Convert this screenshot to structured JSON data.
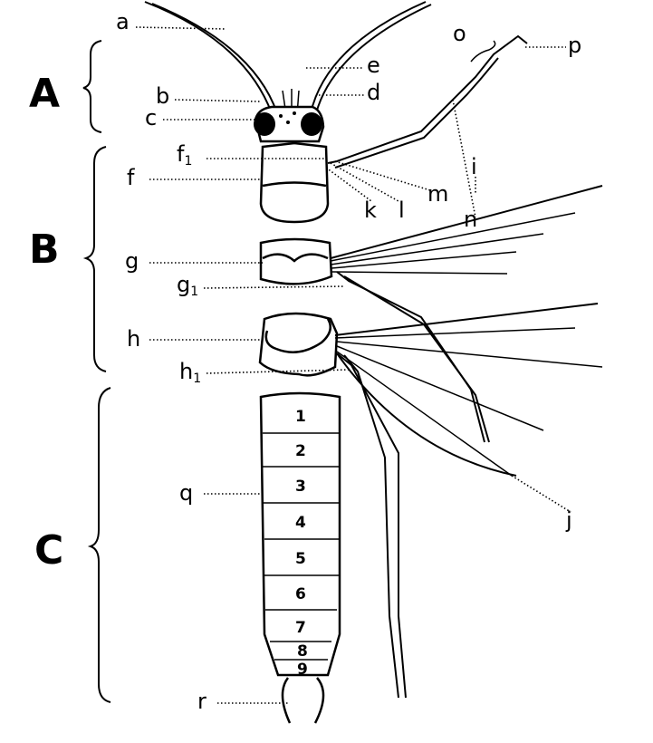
{
  "regions": {
    "A": "A",
    "B": "B",
    "C": "C"
  },
  "labels": {
    "a": "a",
    "b": "b",
    "c": "c",
    "d": "d",
    "e": "e",
    "f1": "f",
    "f1_sub": "1",
    "f": "f",
    "g": "g",
    "g1": "g",
    "g1_sub": "1",
    "h": "h",
    "h1": "h",
    "h1_sub": "1",
    "i": "i",
    "j": "j",
    "k": "k",
    "l": "l",
    "m": "m",
    "n": "n",
    "o": "o",
    "p": "p",
    "q": "q",
    "r": "r"
  },
  "segments": [
    "1",
    "2",
    "3",
    "4",
    "5",
    "6",
    "7",
    "8",
    "9"
  ]
}
